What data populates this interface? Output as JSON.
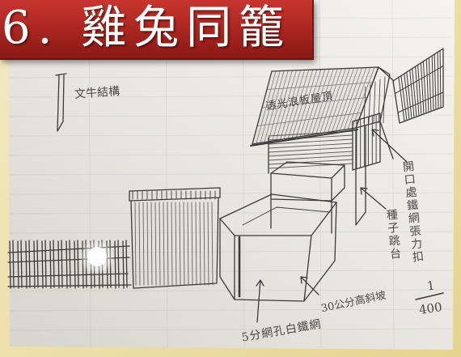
{
  "slide": {
    "title": "6. 雞兔同籠"
  },
  "sketch": {
    "annotations": {
      "structure_note": "文牛結構",
      "roof_label": "透光浪板屋頂",
      "opening_note": "開口處鐵網張力扣",
      "platform_note": "種子跳台",
      "ramp_note": "30公分高斜坡",
      "mesh_note": "5分網孔白鐵網"
    },
    "scale": {
      "numerator": "1",
      "denominator": "400"
    }
  },
  "colors": {
    "banner": "#a8251f",
    "banner_text": "#ffffff",
    "pencil": "#3a3a3a",
    "paper": "#e9e8e2",
    "frame": "#e8d8a0"
  }
}
